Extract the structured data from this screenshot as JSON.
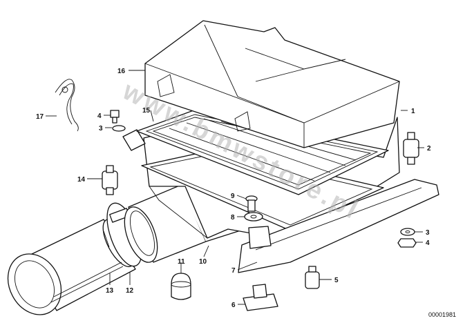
{
  "watermark": "www.bmwstore.pl",
  "catalog_number": "00001981",
  "callouts": [
    {
      "id": "1",
      "part": "air-filter-housing"
    },
    {
      "id": "2",
      "part": "rubber-mount"
    },
    {
      "id": "3",
      "part": "washer"
    },
    {
      "id": "4",
      "part": "nut"
    },
    {
      "id": "5",
      "part": "rubber-mount"
    },
    {
      "id": "6",
      "part": "bracket"
    },
    {
      "id": "7",
      "part": "holder-plate"
    },
    {
      "id": "8",
      "part": "washer"
    },
    {
      "id": "9",
      "part": "screw"
    },
    {
      "id": "10",
      "part": "intake-pipe"
    },
    {
      "id": "11",
      "part": "rubber-cap"
    },
    {
      "id": "12",
      "part": "hose-clamp"
    },
    {
      "id": "13",
      "part": "intake-funnel"
    },
    {
      "id": "14",
      "part": "rubber-mount"
    },
    {
      "id": "15",
      "part": "filter-element"
    },
    {
      "id": "16",
      "part": "housing-cover"
    },
    {
      "id": "17",
      "part": "spring-clip"
    }
  ]
}
